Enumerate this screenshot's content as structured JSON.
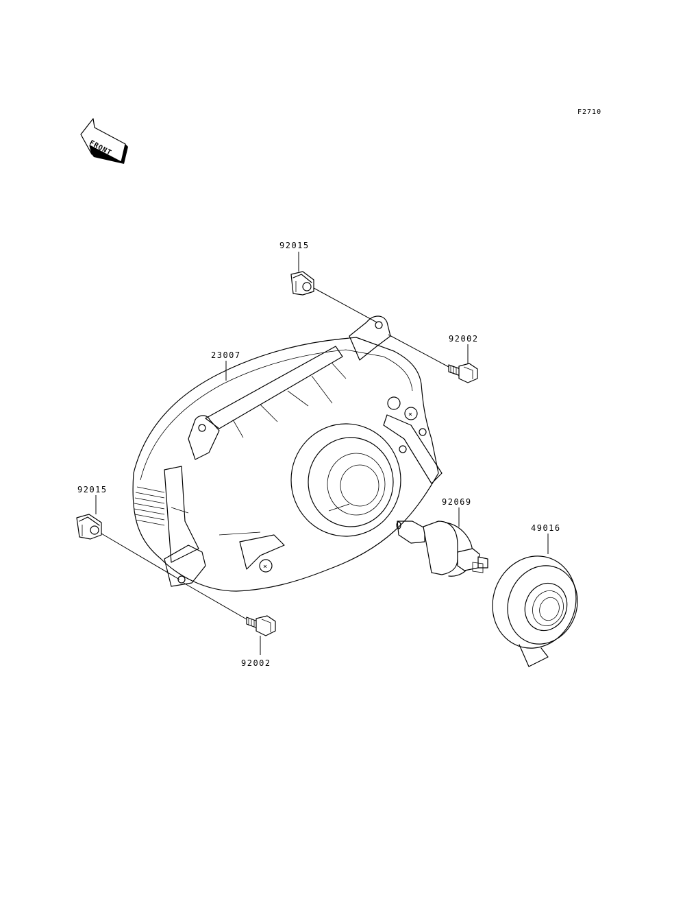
{
  "figure_code": "F2710",
  "front_arrow": {
    "label": "FRONT",
    "icon": "front-arrow-icon"
  },
  "parts": {
    "clip_upper": {
      "number": "92015"
    },
    "bolt_upper": {
      "number": "92002"
    },
    "headlight_assembly": {
      "number": "23007"
    },
    "clip_lower": {
      "number": "92015"
    },
    "bolt_lower": {
      "number": "92002"
    },
    "bulb": {
      "number": "92069"
    },
    "bulb_socket_boot": {
      "number": "49016"
    }
  }
}
